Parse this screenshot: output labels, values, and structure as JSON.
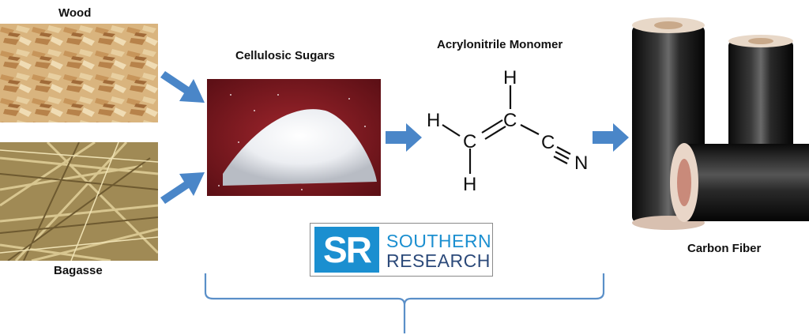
{
  "labels": {
    "wood": "Wood",
    "bagasse": "Bagasse",
    "cellulosic_sugars": "Cellulosic Sugars",
    "acrylonitrile": "Acrylonitrile Monomer",
    "carbon_fiber": "Carbon Fiber"
  },
  "molecule": {
    "atoms": {
      "h_left": "H",
      "c1": "C",
      "h_bottom": "H",
      "c2": "C",
      "h_top": "H",
      "c3": "C",
      "n": "N"
    }
  },
  "logo": {
    "mark": "SR",
    "word1": "SOUTHERN",
    "word2": "RESEARCH"
  },
  "colors": {
    "arrow": "#4a86c8",
    "brace": "#5a8fc8",
    "logo_blue": "#1b8fd0",
    "logo_dark": "#2c4a7a"
  }
}
